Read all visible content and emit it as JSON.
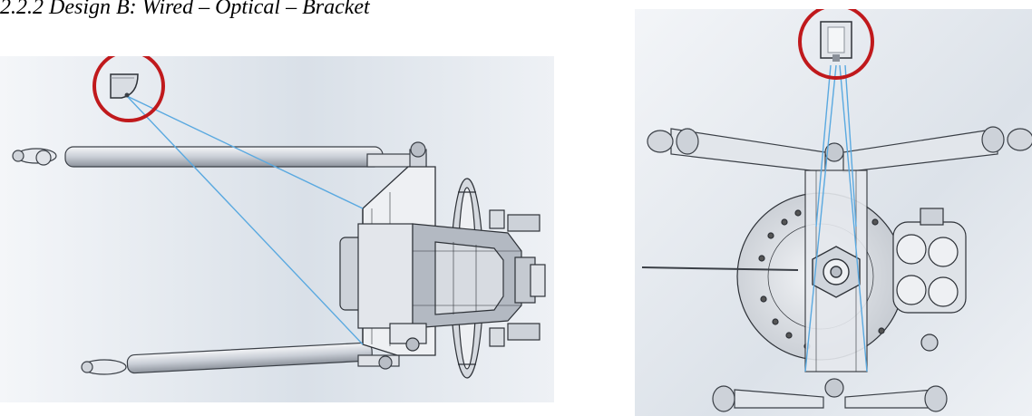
{
  "section": {
    "heading": "2.2.2    Design B: Wired – Optical – Bracket"
  },
  "figures": [
    {
      "view": "side",
      "highlight_color": "#c0191c",
      "line_color": "#5aa9e0"
    },
    {
      "view": "front",
      "highlight_color": "#c0191c",
      "line_color": "#5aa9e0"
    }
  ]
}
